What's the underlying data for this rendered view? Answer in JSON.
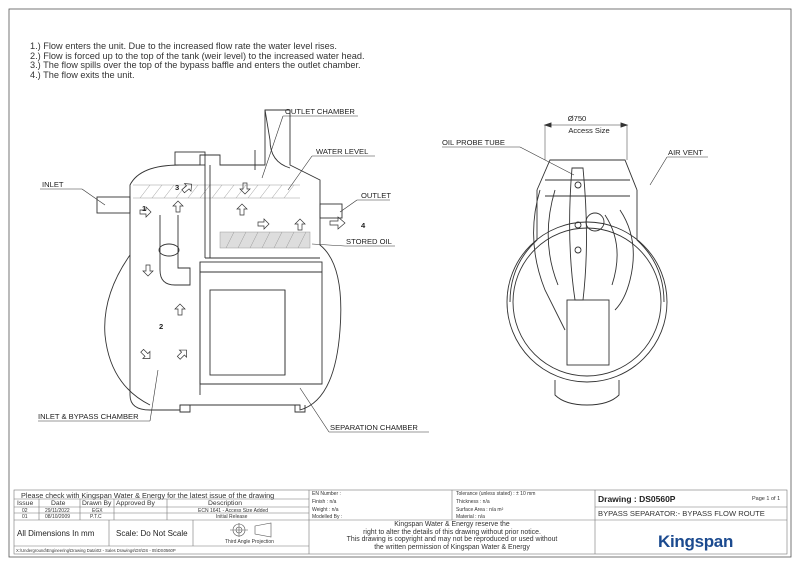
{
  "notes": [
    "1.) Flow enters the unit.  Due to the increased flow rate the water level rises.",
    "2.) Flow is forced up to the top of the tank (weir level) to the increased water head.",
    "3.) The flow spills over the top of the bypass baffle and enters the outlet chamber.",
    "4.) The flow exits the unit."
  ],
  "labels": {
    "outlet_chamber": "OUTLET CHAMBER",
    "water_level": "WATER LEVEL",
    "inlet": "INLET",
    "outlet": "OUTLET",
    "stored_oil": "STORED OIL",
    "inlet_bypass": "INLET & BYPASS CHAMBER",
    "separation": "SEPARATION CHAMBER",
    "oil_probe": "OIL PROBE TUBE",
    "air_vent": "AIR VENT",
    "diameter": "Ø750",
    "access_size": "Access Size",
    "n1": "1",
    "n2": "2",
    "n3": "3",
    "n4": "4"
  },
  "title_block": {
    "check_notice": "Please check with Kingspan Water & Energy for the latest issue of the drawing",
    "headers": [
      "Issue",
      "Date",
      "Drawn By",
      "Approved By",
      "Description"
    ],
    "rows": [
      [
        "02",
        "29/11/2022",
        "EGX",
        "",
        "ECN 1641 - Access Size Added"
      ],
      [
        "01",
        "08/10/2009",
        "P.T.C",
        "",
        "Initial Release"
      ]
    ],
    "en_number": "EN Number :",
    "finish": "Finish : n/a",
    "weight": "Weight : n/a",
    "modelled_by": "Modelled By :",
    "tolerance": "Tolerance (unless stated) : ± 10 mm",
    "thickness": "Thickness : n/a",
    "surface_area": "Surface Area : n/a m²",
    "material": "Material : n/a",
    "dimensions": "All Dimensions In mm",
    "scale": "Scale: Do Not Scale",
    "projection": "Third Angle Projection",
    "copyright_lines": [
      "Kingspan Water & Energy reserve the",
      "right to alter the details of this drawing without prior notice.",
      "This drawing is copyright and may not be reproduced or used without",
      "the written permission of Kingspan Water & Energy"
    ],
    "drawing_number": "Drawing : DS0560P",
    "page": "Page 1 of 1",
    "drawing_title": "BYPASS SEPARATOR:- BYPASS FLOW ROUTE",
    "file_path": "X:\\Underground\\Engineering\\Drawing Data\\02 - Sales Drawings\\DS\\DS - 05\\DS0560P",
    "brand": "Kingspan",
    "brand_color": "#1b4a8f"
  }
}
